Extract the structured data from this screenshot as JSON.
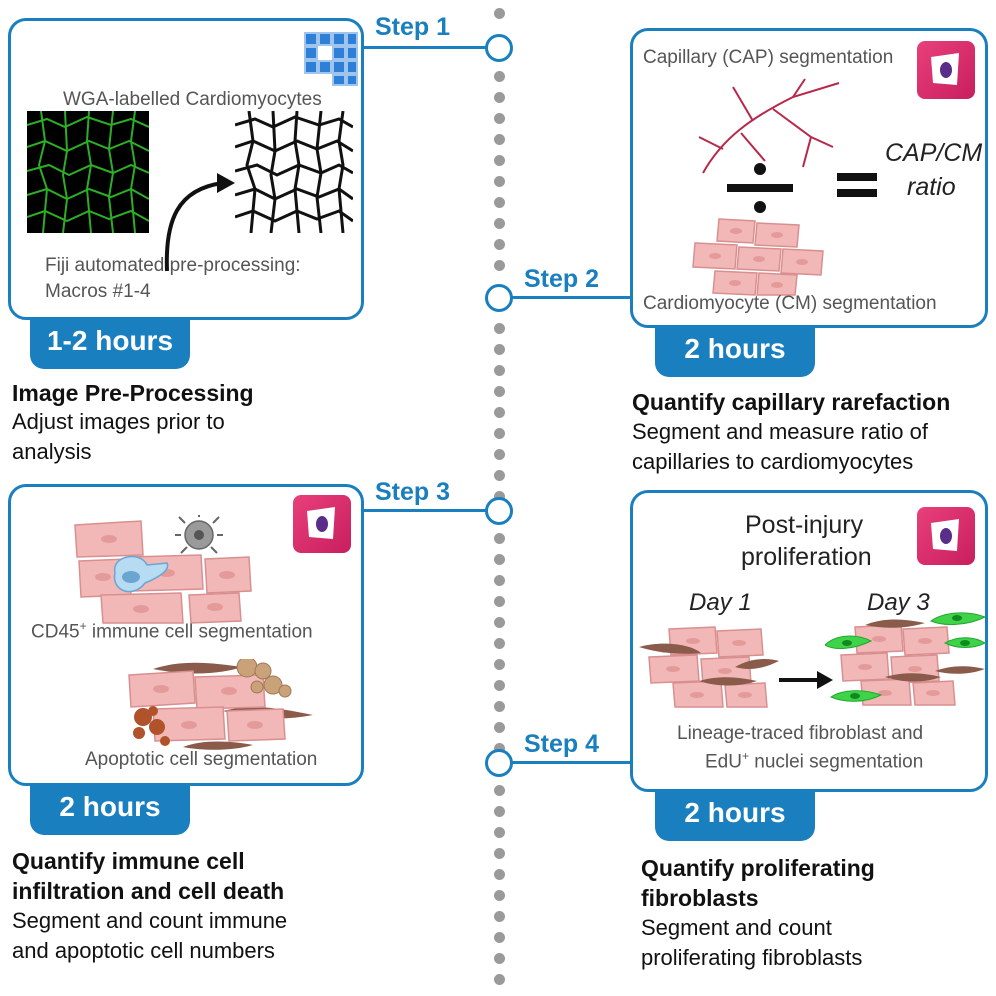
{
  "steps": [
    {
      "label": "Step 1",
      "time": "1-2 hours",
      "title": "Image Pre-Processing",
      "description": [
        "Adjust images prior to",
        "analysis"
      ],
      "captions": {
        "image_label": "WGA-labelled Cardiomyocytes",
        "process_line1": "Fiji automated pre-processing:",
        "process_line2": "Macros #1-4"
      },
      "icon": "fiji-logo-icon"
    },
    {
      "label": "Step 2",
      "time": "2 hours",
      "title": "Quantify capillary rarefaction",
      "description": [
        "Segment and measure ratio of",
        "capillaries to cardiomyocytes"
      ],
      "captions": {
        "capillary": "Capillary (CAP) segmentation",
        "cardiomyocyte": "Cardiomyocyte (CM) segmentation",
        "ratio_line1": "CAP/CM",
        "ratio_line2": "ratio"
      },
      "icon": "cellprofiler-icon"
    },
    {
      "label": "Step 3",
      "time": "2 hours",
      "title": [
        "Quantify immune cell",
        "infiltration and cell death"
      ],
      "description": [
        "Segment and count immune",
        "and apoptotic cell numbers"
      ],
      "captions": {
        "immune_prefix": "CD45",
        "immune_suffix": " immune cell segmentation",
        "apoptotic": "Apoptotic cell segmentation"
      },
      "icon": "cellprofiler-icon"
    },
    {
      "label": "Step 4",
      "time": "2 hours",
      "title": [
        "Quantify proliferating",
        "fibroblasts"
      ],
      "description": [
        "Segment and count",
        "proliferating fibroblasts"
      ],
      "captions": {
        "heading_line1": "Post-injury",
        "heading_line2": "proliferation",
        "day1": "Day 1",
        "day3": "Day 3",
        "seg_line1": "Lineage-traced fibroblast and",
        "seg_prefix": "EdU",
        "seg_suffix": " nuclei segmentation"
      },
      "icon": "cellprofiler-icon"
    }
  ],
  "superscript": "+",
  "colors": {
    "accent": "#1a7fbf",
    "timeline_dot": "#9a9a9a",
    "cell_pink": "#f2b8b8",
    "fibroblast_brown": "#8a5a4a",
    "edu_green": "#3fd34a",
    "capillary_red": "#b8284a",
    "icon_pink": "#e0336f"
  }
}
